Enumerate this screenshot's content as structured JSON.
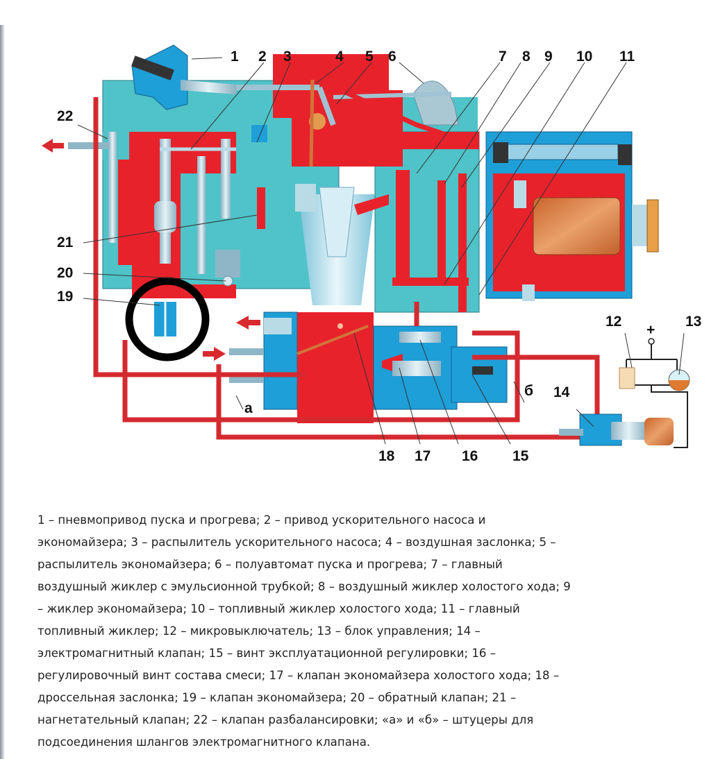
{
  "diagram": {
    "title_hidden": "Схема карбюратора",
    "callouts": [
      {
        "id": "1",
        "label": "1"
      },
      {
        "id": "2",
        "label": "2"
      },
      {
        "id": "3",
        "label": "3"
      },
      {
        "id": "4",
        "label": "4"
      },
      {
        "id": "5",
        "label": "5"
      },
      {
        "id": "6",
        "label": "6"
      },
      {
        "id": "7",
        "label": "7"
      },
      {
        "id": "8",
        "label": "8"
      },
      {
        "id": "9",
        "label": "9"
      },
      {
        "id": "10",
        "label": "10"
      },
      {
        "id": "11",
        "label": "11"
      },
      {
        "id": "12",
        "label": "12"
      },
      {
        "id": "13",
        "label": "13"
      },
      {
        "id": "14",
        "label": "14"
      },
      {
        "id": "15",
        "label": "15"
      },
      {
        "id": "16",
        "label": "16"
      },
      {
        "id": "17",
        "label": "17"
      },
      {
        "id": "18",
        "label": "18"
      },
      {
        "id": "19",
        "label": "19"
      },
      {
        "id": "20",
        "label": "20"
      },
      {
        "id": "21",
        "label": "21"
      },
      {
        "id": "22",
        "label": "22"
      },
      {
        "id": "a",
        "label": "а"
      },
      {
        "id": "b",
        "label": "б"
      },
      {
        "id": "plus",
        "label": "+"
      }
    ],
    "highlighted_part": "19",
    "colors": {
      "body_red": "#e8222b",
      "body_cyan": "#4fc3c8",
      "body_blue": "#1e9fd8",
      "metal": "#b8d4e0",
      "copper": "#d1743a",
      "highlight_ring": "#000000"
    }
  },
  "caption": {
    "lines": [
      "1 – пневмопривод пуска и прогрева; 2 – привод ускорительного насоса и",
      "экономайзера; 3 – распылитель ускорительного насоса; 4 – воздушная заслонка; 5 –",
      "распылитель экономайзера; 6 – полуавтомат пуска и прогрева; 7 – главный",
      "воздушный жиклер с эмульсионной трубкой; 8 – воздушный жиклер холостого хода; 9",
      "– жиклер экономайзера; 10 – топливный жиклер холостого хода; 11 – главный",
      "топливный жиклер; 12 – микровыключатель; 13 – блок управления; 14 –",
      "электромагнитный клапан; 15 – винт эксплуатационной регулировки; 16 –",
      "регулировочный винт состава смеси; 17 – клапан экономайзера холостого хода; 18 –",
      "дроссельная заслонка; 19 – клапан экономайзера; 20 – обратный клапан; 21 –",
      "нагнетательный клапан; 22 – клапан разбалансировки; «а» и «б» – штуцеры для",
      "подсоединения шлангов электромагнитного клапана."
    ]
  }
}
